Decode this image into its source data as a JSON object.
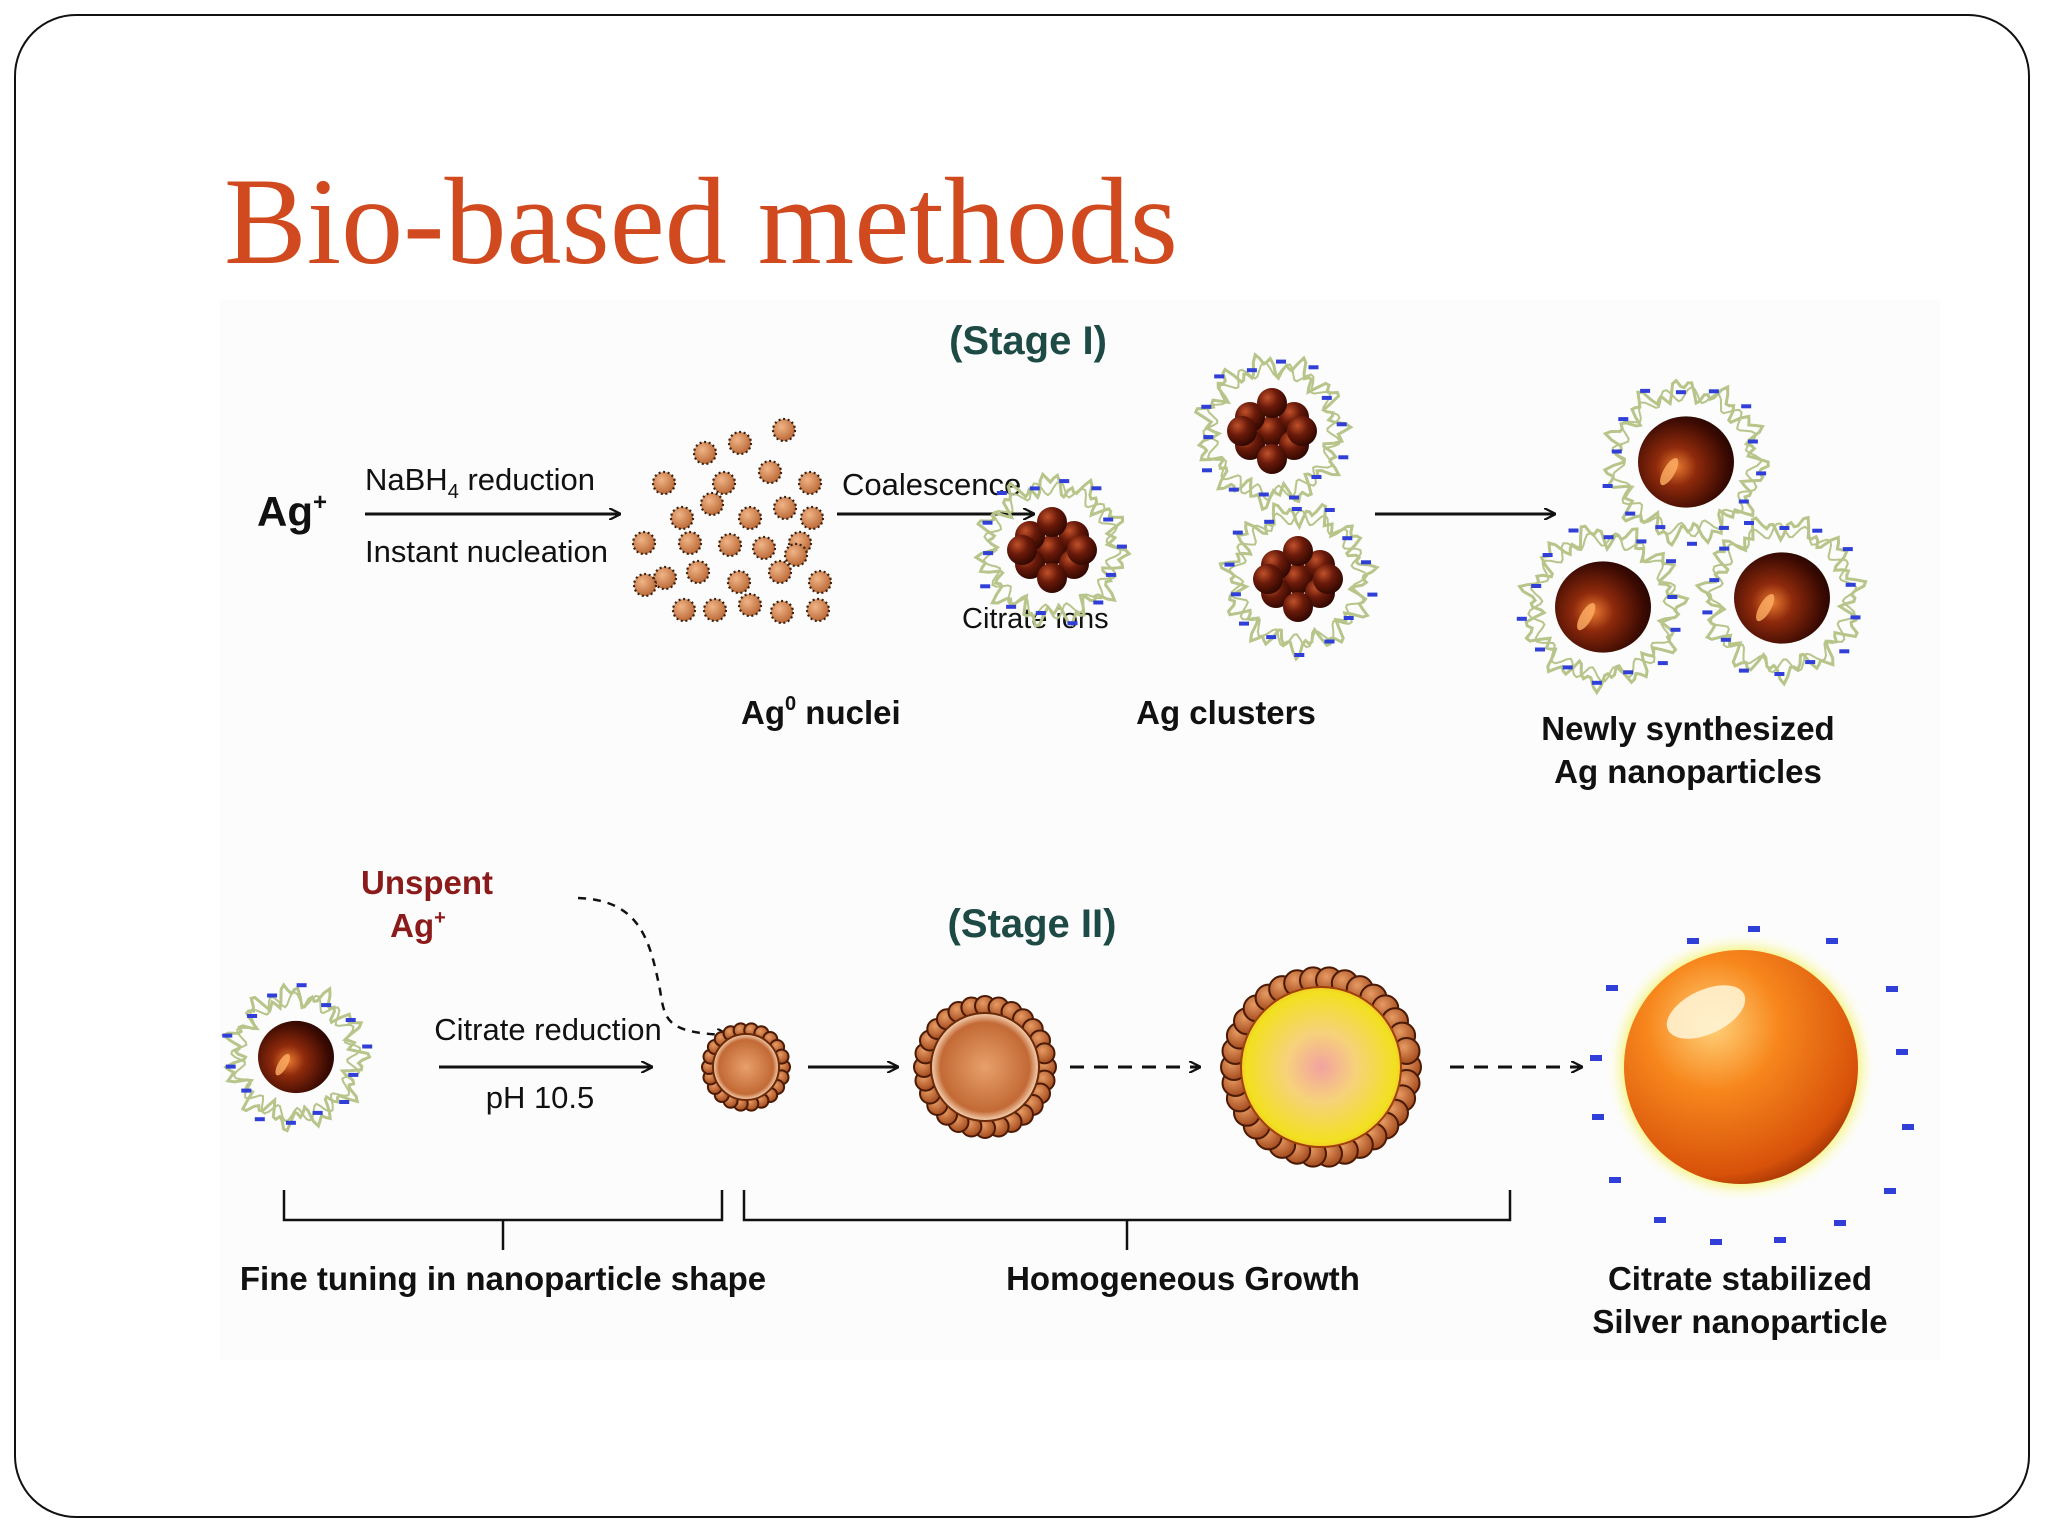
{
  "slide": {
    "title": "Bio-based methods",
    "title_color": "#d14a1f"
  },
  "stage1": {
    "heading": "(Stage I)",
    "reactant": "Ag",
    "reactant_sup": "+",
    "step1_line1_pre": "NaBH",
    "step1_line1_sub": "4",
    "step1_line1_post": " reduction",
    "step1_line2": "Instant nucleation",
    "nuclei_label_pre": "Ag",
    "nuclei_label_sup": "0",
    "nuclei_label_post": "  nuclei",
    "step2_label": "Coalescence",
    "citrate_label": "Citrate ions",
    "clusters_label": "Ag clusters",
    "product_line1": "Newly synthesized",
    "product_line2": "Ag  nanoparticles"
  },
  "stage2": {
    "heading": "(Stage II)",
    "unspent_line1": "Unspent",
    "unspent_line2": "Ag",
    "unspent_sup": "+",
    "step_line1": "Citrate reduction",
    "step_line2": "pH 10.5",
    "bracket1_label": "Fine tuning in nanoparticle shape",
    "bracket2_label": "Homogeneous Growth",
    "final_line1": "Citrate stabilized",
    "final_line2": "Silver nanoparticle"
  },
  "colors": {
    "heading_teal": "#1d4a45",
    "unspent_red": "#8b1a1a",
    "citrate_blue": "#2f3fd8",
    "polymer_green": "#b7c48a",
    "nucleus_orange": "#d9874f",
    "final_particle_orange": "#f07a18"
  }
}
